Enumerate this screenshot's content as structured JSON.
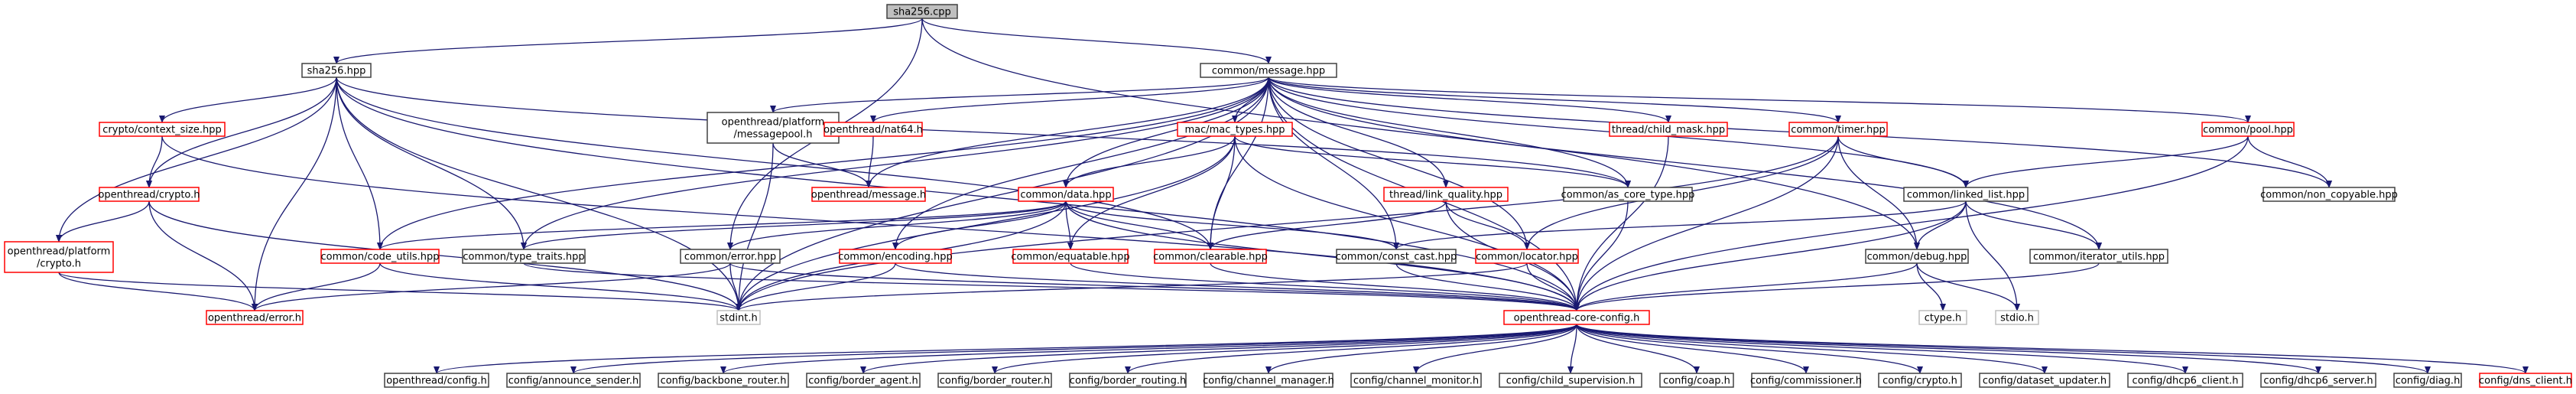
{
  "title": "sha256.cpp",
  "colors": {
    "edge": "#191970",
    "black_border": "#404040",
    "red_border": "#ff0000",
    "gray_border": "#bfbfbf",
    "root_fill": "#bfbfbf"
  },
  "nodes": [
    {
      "id": "sha256cpp",
      "label": "sha256.cpp",
      "style": "root"
    },
    {
      "id": "sha256hpp",
      "label": "sha256.hpp",
      "style": "black"
    },
    {
      "id": "message",
      "label": "common/message.hpp",
      "style": "black"
    },
    {
      "id": "cryptoctx",
      "label": "crypto/context_size.hpp",
      "style": "red"
    },
    {
      "id": "msgpool",
      "label": "openthread/platform\n/messagepool.h",
      "style": "black"
    },
    {
      "id": "nat64",
      "label": "openthread/nat64.h",
      "style": "red"
    },
    {
      "id": "mactypes",
      "label": "mac/mac_types.hpp",
      "style": "red"
    },
    {
      "id": "childmask",
      "label": "thread/child_mask.hpp",
      "style": "red"
    },
    {
      "id": "timer",
      "label": "common/timer.hpp",
      "style": "red"
    },
    {
      "id": "pool",
      "label": "common/pool.hpp",
      "style": "red"
    },
    {
      "id": "otcrypto",
      "label": "openthread/crypto.h",
      "style": "red"
    },
    {
      "id": "otmessage",
      "label": "openthread/message.h",
      "style": "red"
    },
    {
      "id": "data",
      "label": "common/data.hpp",
      "style": "red"
    },
    {
      "id": "linkq",
      "label": "thread/link_quality.hpp",
      "style": "red"
    },
    {
      "id": "ascore",
      "label": "common/as_core_type.hpp",
      "style": "black"
    },
    {
      "id": "linkedlist",
      "label": "common/linked_list.hpp",
      "style": "black"
    },
    {
      "id": "noncopy",
      "label": "common/non_copyable.hpp",
      "style": "black"
    },
    {
      "id": "platcrypto",
      "label": "openthread/platform\n/crypto.h",
      "style": "red"
    },
    {
      "id": "codeutils",
      "label": "common/code_utils.hpp",
      "style": "red"
    },
    {
      "id": "typetraits",
      "label": "common/type_traits.hpp",
      "style": "black"
    },
    {
      "id": "error",
      "label": "common/error.hpp",
      "style": "black"
    },
    {
      "id": "encoding",
      "label": "common/encoding.hpp",
      "style": "red"
    },
    {
      "id": "equatable",
      "label": "common/equatable.hpp",
      "style": "red"
    },
    {
      "id": "clearable",
      "label": "common/clearable.hpp",
      "style": "red"
    },
    {
      "id": "constcast",
      "label": "common/const_cast.hpp",
      "style": "black"
    },
    {
      "id": "locator",
      "label": "common/locator.hpp",
      "style": "red"
    },
    {
      "id": "debug",
      "label": "common/debug.hpp",
      "style": "black"
    },
    {
      "id": "iterutils",
      "label": "common/iterator_utils.hpp",
      "style": "black"
    },
    {
      "id": "oterror",
      "label": "openthread/error.h",
      "style": "red"
    },
    {
      "id": "stdint",
      "label": "stdint.h",
      "style": "gray"
    },
    {
      "id": "coreconfig",
      "label": "openthread-core-config.h",
      "style": "red"
    },
    {
      "id": "ctype",
      "label": "ctype.h",
      "style": "gray"
    },
    {
      "id": "stdio",
      "label": "stdio.h",
      "style": "gray"
    },
    {
      "id": "c_config",
      "label": "openthread/config.h",
      "style": "black"
    },
    {
      "id": "c_announce",
      "label": "config/announce_sender.h",
      "style": "black"
    },
    {
      "id": "c_bbr",
      "label": "config/backbone_router.h",
      "style": "black"
    },
    {
      "id": "c_bagent",
      "label": "config/border_agent.h",
      "style": "black"
    },
    {
      "id": "c_brouter",
      "label": "config/border_router.h",
      "style": "black"
    },
    {
      "id": "c_brouting",
      "label": "config/border_routing.h",
      "style": "black"
    },
    {
      "id": "c_chmgr",
      "label": "config/channel_manager.h",
      "style": "black"
    },
    {
      "id": "c_chmon",
      "label": "config/channel_monitor.h",
      "style": "black"
    },
    {
      "id": "c_childsup",
      "label": "config/child_supervision.h",
      "style": "black"
    },
    {
      "id": "c_coap",
      "label": "config/coap.h",
      "style": "black"
    },
    {
      "id": "c_comm",
      "label": "config/commissioner.h",
      "style": "black"
    },
    {
      "id": "c_crypto",
      "label": "config/crypto.h",
      "style": "black"
    },
    {
      "id": "c_dsupd",
      "label": "config/dataset_updater.h",
      "style": "black"
    },
    {
      "id": "c_dhcp6c",
      "label": "config/dhcp6_client.h",
      "style": "black"
    },
    {
      "id": "c_dhcp6s",
      "label": "config/dhcp6_server.h",
      "style": "black"
    },
    {
      "id": "c_diag",
      "label": "config/diag.h",
      "style": "black"
    },
    {
      "id": "c_dns",
      "label": "config/dns_client.h",
      "style": "red"
    }
  ],
  "edges": [
    [
      "sha256cpp",
      "sha256hpp"
    ],
    [
      "sha256cpp",
      "message"
    ],
    [
      "sha256cpp",
      "error"
    ],
    [
      "sha256cpp",
      "debug"
    ],
    [
      "sha256hpp",
      "cryptoctx"
    ],
    [
      "sha256hpp",
      "otcrypto"
    ],
    [
      "sha256hpp",
      "platcrypto"
    ],
    [
      "sha256hpp",
      "codeutils"
    ],
    [
      "sha256hpp",
      "typetraits"
    ],
    [
      "sha256hpp",
      "clearable"
    ],
    [
      "sha256hpp",
      "ascore"
    ],
    [
      "sha256hpp",
      "stdint"
    ],
    [
      "sha256hpp",
      "coreconfig"
    ],
    [
      "sha256hpp",
      "oterror"
    ],
    [
      "message",
      "msgpool"
    ],
    [
      "message",
      "nat64"
    ],
    [
      "message",
      "otmessage"
    ],
    [
      "message",
      "mactypes"
    ],
    [
      "message",
      "childmask"
    ],
    [
      "message",
      "timer"
    ],
    [
      "message",
      "pool"
    ],
    [
      "message",
      "data"
    ],
    [
      "message",
      "linkq"
    ],
    [
      "message",
      "ascore"
    ],
    [
      "message",
      "linkedlist"
    ],
    [
      "message",
      "noncopy"
    ],
    [
      "message",
      "codeutils"
    ],
    [
      "message",
      "typetraits"
    ],
    [
      "message",
      "clearable"
    ],
    [
      "message",
      "constcast"
    ],
    [
      "message",
      "locator"
    ],
    [
      "message",
      "encoding"
    ],
    [
      "message",
      "iterutils"
    ],
    [
      "message",
      "stdint"
    ],
    [
      "message",
      "coreconfig"
    ],
    [
      "cryptoctx",
      "otcrypto"
    ],
    [
      "cryptoctx",
      "coreconfig"
    ],
    [
      "otcrypto",
      "platcrypto"
    ],
    [
      "otcrypto",
      "oterror"
    ],
    [
      "otcrypto",
      "stdint"
    ],
    [
      "platcrypto",
      "oterror"
    ],
    [
      "platcrypto",
      "stdint"
    ],
    [
      "msgpool",
      "otmessage"
    ],
    [
      "msgpool",
      "stdint"
    ],
    [
      "nat64",
      "otmessage"
    ],
    [
      "mactypes",
      "data"
    ],
    [
      "mactypes",
      "equatable"
    ],
    [
      "mactypes",
      "clearable"
    ],
    [
      "mactypes",
      "ascore"
    ],
    [
      "mactypes",
      "stdint"
    ],
    [
      "mactypes",
      "coreconfig"
    ],
    [
      "data",
      "codeutils"
    ],
    [
      "data",
      "typetraits"
    ],
    [
      "data",
      "error"
    ],
    [
      "data",
      "equatable"
    ],
    [
      "data",
      "clearable"
    ],
    [
      "data",
      "constcast"
    ],
    [
      "data",
      "encoding"
    ],
    [
      "data",
      "stdint"
    ],
    [
      "data",
      "coreconfig"
    ],
    [
      "linkq",
      "clearable"
    ],
    [
      "linkq",
      "locator"
    ],
    [
      "linkq",
      "coreconfig"
    ],
    [
      "childmask",
      "coreconfig"
    ],
    [
      "timer",
      "linkedlist"
    ],
    [
      "timer",
      "locator"
    ],
    [
      "timer",
      "debug"
    ],
    [
      "timer",
      "coreconfig"
    ],
    [
      "timer",
      "stdint"
    ],
    [
      "pool",
      "linkedlist"
    ],
    [
      "pool",
      "noncopy"
    ],
    [
      "pool",
      "coreconfig"
    ],
    [
      "ascore",
      "coreconfig"
    ],
    [
      "linkedlist",
      "constcast"
    ],
    [
      "linkedlist",
      "debug"
    ],
    [
      "linkedlist",
      "iterutils"
    ],
    [
      "linkedlist",
      "coreconfig"
    ],
    [
      "linkedlist",
      "stdio"
    ],
    [
      "codeutils",
      "oterror"
    ],
    [
      "codeutils",
      "stdint"
    ],
    [
      "error",
      "oterror"
    ],
    [
      "error",
      "stdint"
    ],
    [
      "error",
      "coreconfig"
    ],
    [
      "encoding",
      "stdint"
    ],
    [
      "encoding",
      "coreconfig"
    ],
    [
      "equatable",
      "coreconfig"
    ],
    [
      "clearable",
      "coreconfig"
    ],
    [
      "constcast",
      "coreconfig"
    ],
    [
      "locator",
      "coreconfig"
    ],
    [
      "locator",
      "stdint"
    ],
    [
      "debug",
      "ctype"
    ],
    [
      "debug",
      "stdio"
    ],
    [
      "debug",
      "coreconfig"
    ],
    [
      "iterutils",
      "coreconfig"
    ],
    [
      "typetraits",
      "coreconfig"
    ],
    [
      "coreconfig",
      "c_config"
    ],
    [
      "coreconfig",
      "c_announce"
    ],
    [
      "coreconfig",
      "c_bbr"
    ],
    [
      "coreconfig",
      "c_bagent"
    ],
    [
      "coreconfig",
      "c_brouter"
    ],
    [
      "coreconfig",
      "c_brouting"
    ],
    [
      "coreconfig",
      "c_chmgr"
    ],
    [
      "coreconfig",
      "c_chmon"
    ],
    [
      "coreconfig",
      "c_childsup"
    ],
    [
      "coreconfig",
      "c_coap"
    ],
    [
      "coreconfig",
      "c_comm"
    ],
    [
      "coreconfig",
      "c_crypto"
    ],
    [
      "coreconfig",
      "c_dsupd"
    ],
    [
      "coreconfig",
      "c_dhcp6c"
    ],
    [
      "coreconfig",
      "c_dhcp6s"
    ],
    [
      "coreconfig",
      "c_diag"
    ],
    [
      "coreconfig",
      "c_dns"
    ]
  ]
}
